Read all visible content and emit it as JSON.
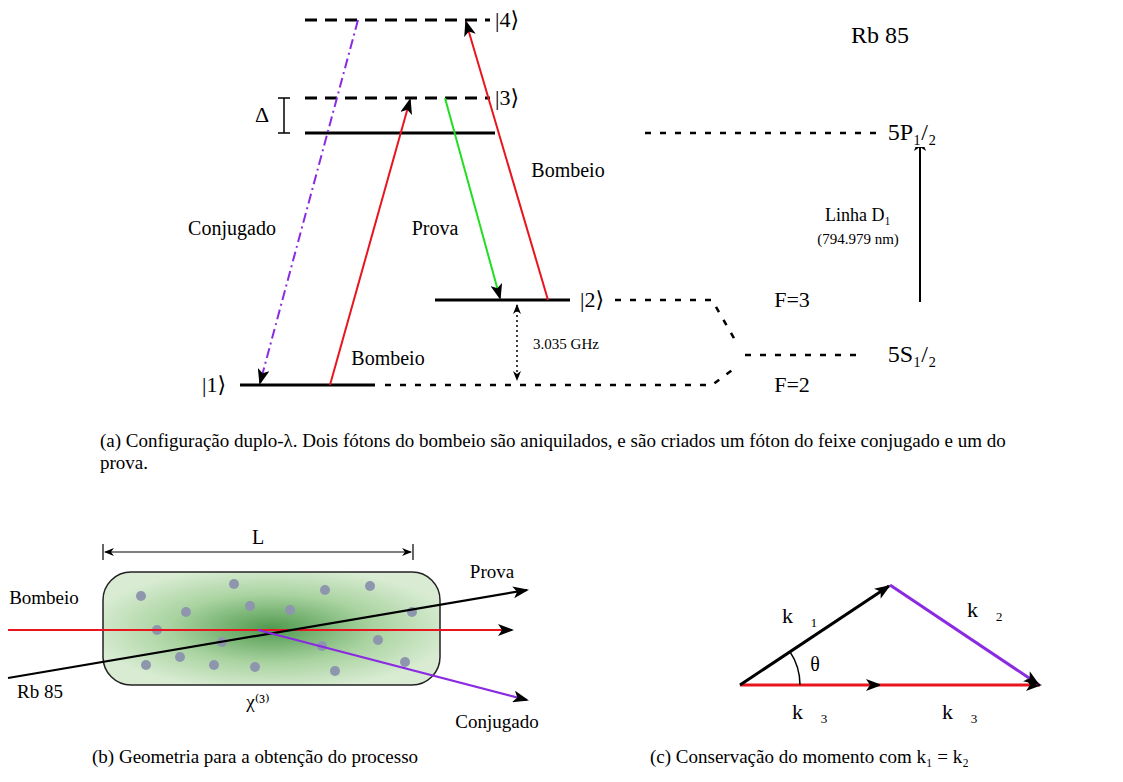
{
  "diagram": {
    "labels": [
      "|4⟩",
      "|3⟩",
      "Rb 85",
      "Δ",
      "5P₁/₂",
      "Conjugado",
      "Bombeio",
      "Prova",
      "Linha D₁",
      "(794.979 nm)",
      "|2⟩",
      "F=3",
      "3.035 GHz",
      "Bombeio",
      "5S₁/₂",
      "|1⟩",
      "F=2",
      "(a) Configuração duplo-λ. Dois fótons do bombeio são aniquilados, e são criados um fóton do feixe conjugado e um do prova.",
      "L",
      "Bombeio",
      "Prova",
      "Rb 85",
      "χ⁽³⁾",
      "Conjugado",
      "k⃗₁",
      "θ",
      "k⃗₂",
      "k⃗₃",
      "k⃗₃",
      "(b) Geometria para a obtenção do processo",
      "(c) Conservação do momento com k₁ = k₂"
    ]
  }
}
